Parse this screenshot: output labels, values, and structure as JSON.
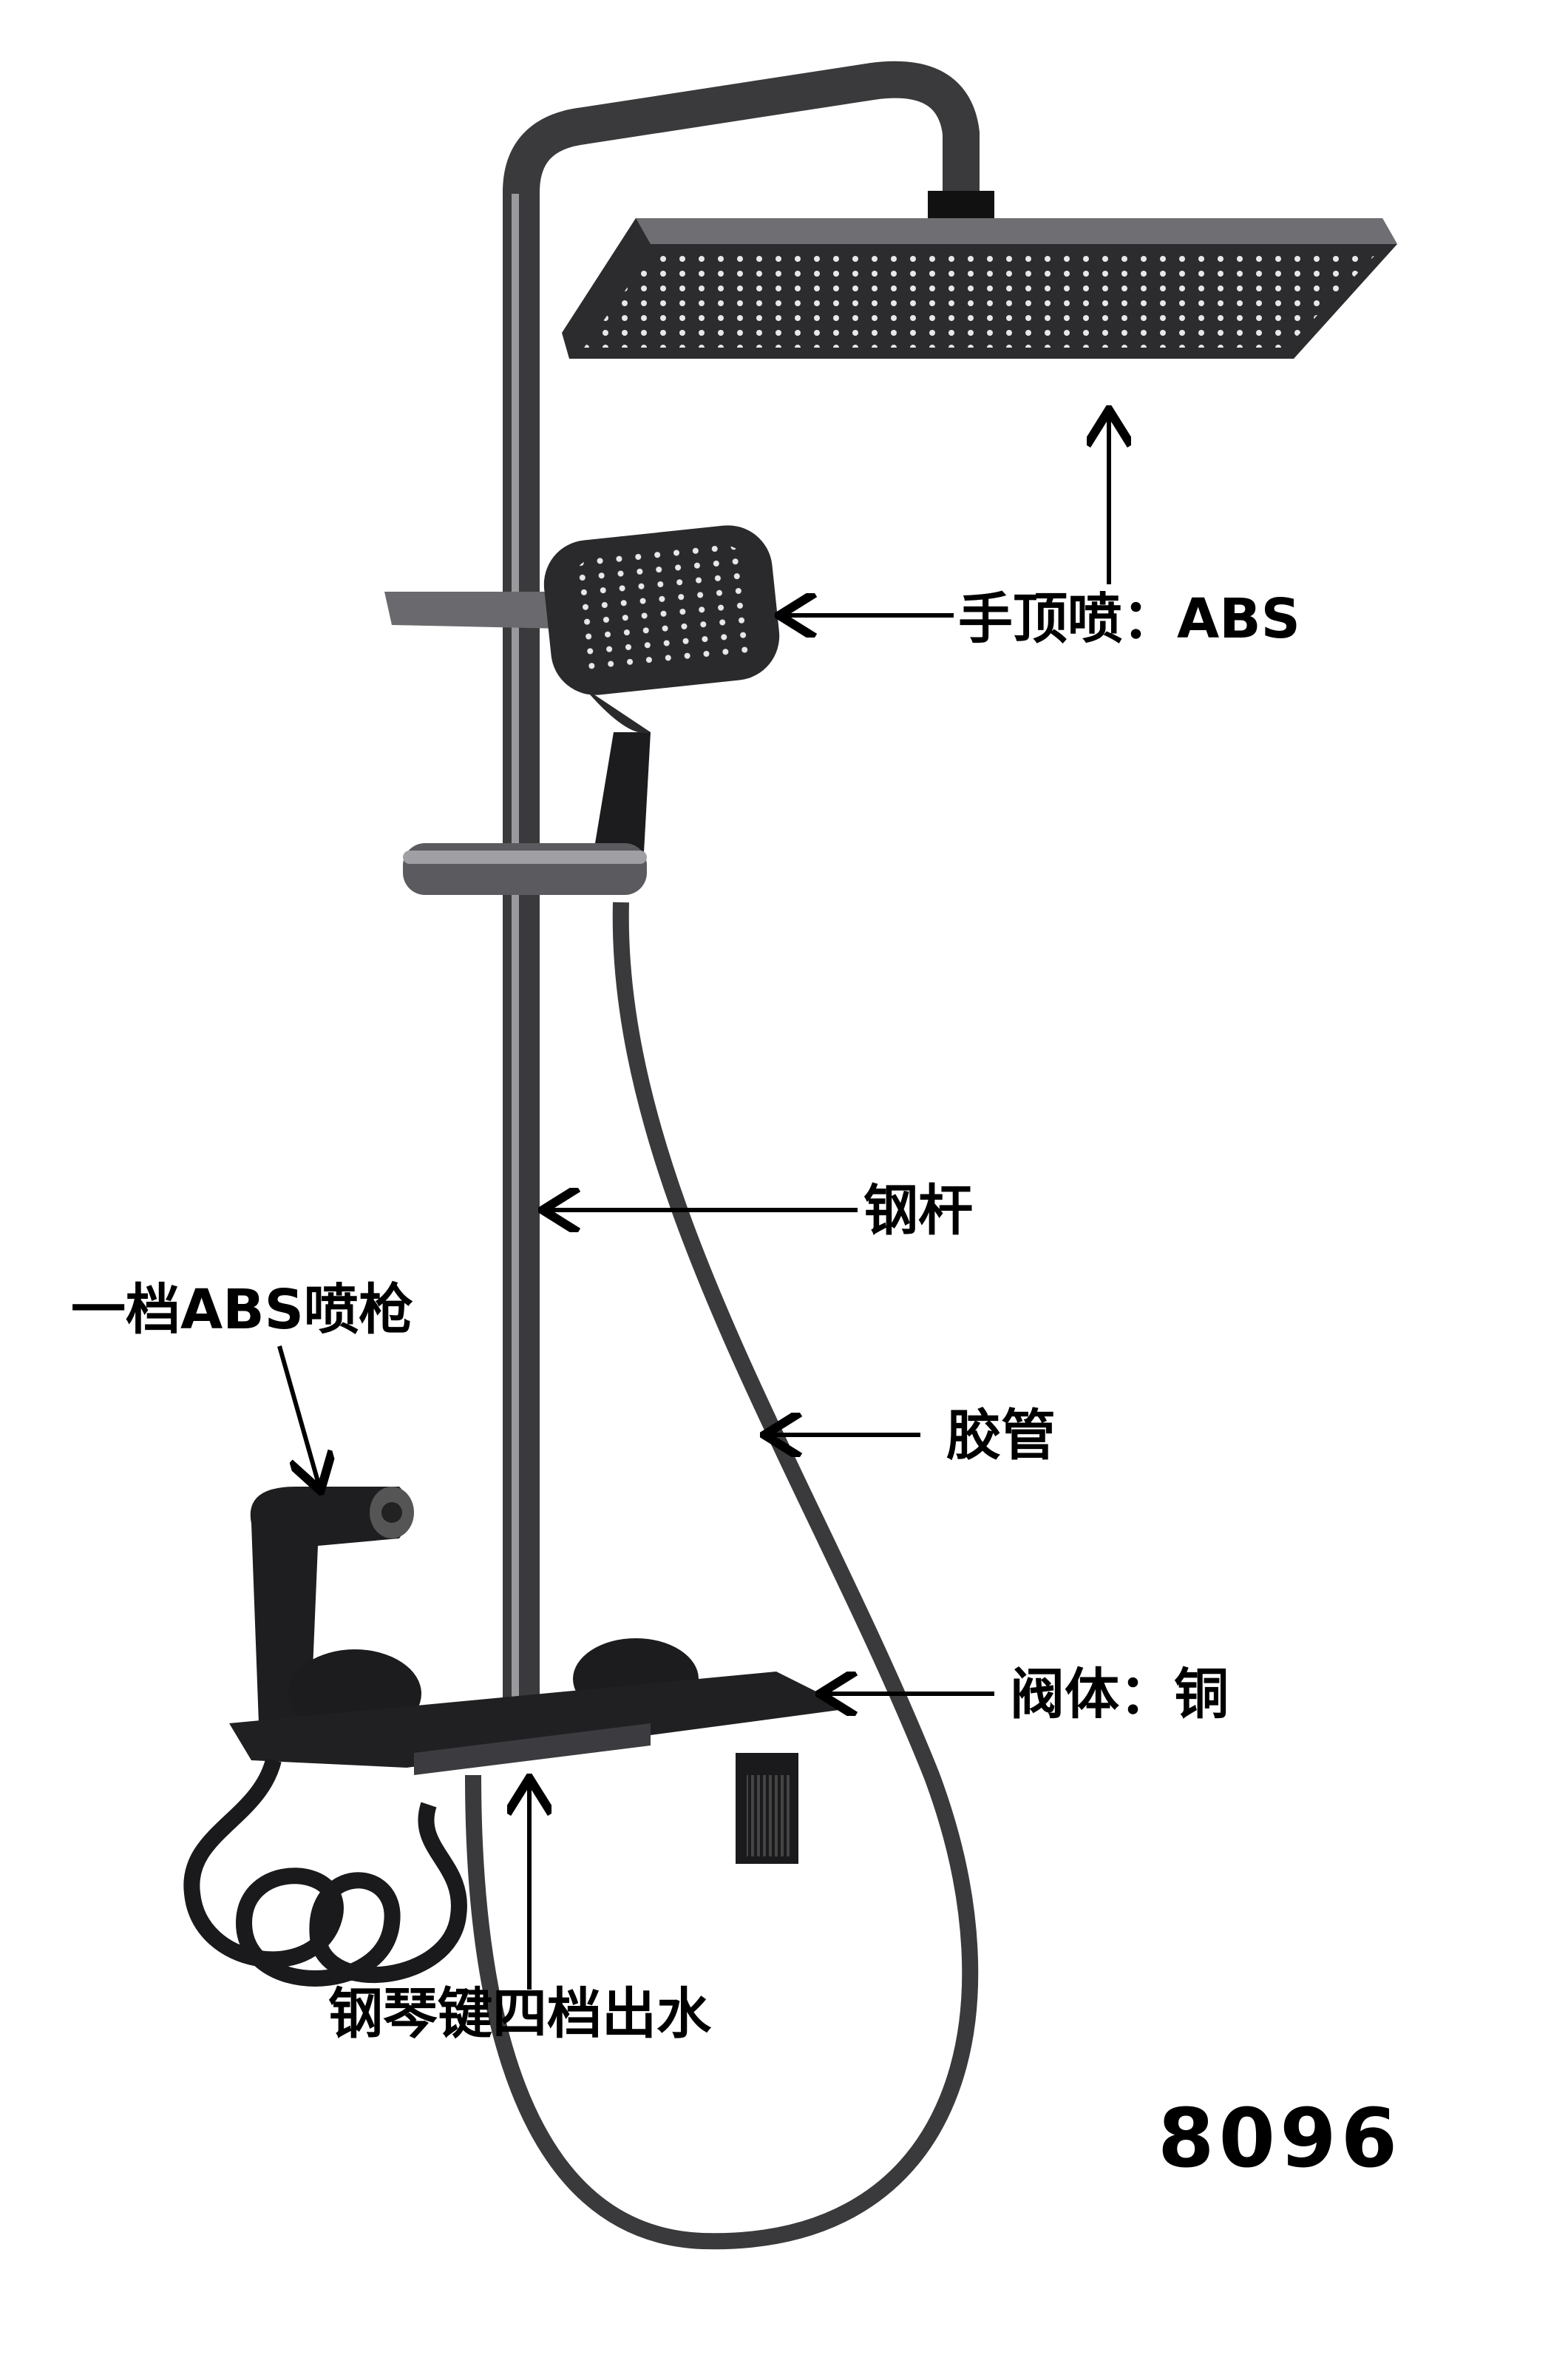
{
  "labels": {
    "top_spray": "手顶喷：ABS",
    "steel_rod": "钢杆",
    "spray_gun": "一档ABS喷枪",
    "hose": "胶管",
    "valve_body": "阀体：铜",
    "piano_keys": "钢琴键四档出水"
  },
  "model_number": "8096",
  "colors": {
    "metal": "#3a3a3c",
    "dark": "#1b1b1d",
    "highlight": "#8a8a8e",
    "text": "#000000"
  }
}
